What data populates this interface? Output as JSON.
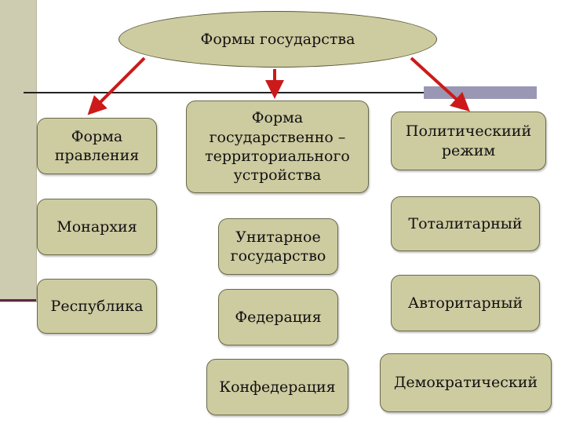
{
  "root": {
    "label": "Формы государства"
  },
  "columns": [
    {
      "header": "Форма правления",
      "items": [
        "Монархия",
        "Республика"
      ]
    },
    {
      "header": "Форма государственно – территориального устройства",
      "items": [
        "Унитарное государство",
        "Федерация",
        "Конфедерация"
      ]
    },
    {
      "header": "Политическиий режим",
      "items": [
        "Тоталитарный",
        "Авторитарный",
        "Демократический"
      ]
    }
  ],
  "colors": {
    "box_fill": "#cdcba0",
    "arrow": "#cc1a1a",
    "sidebar": "#cdcbb0"
  }
}
